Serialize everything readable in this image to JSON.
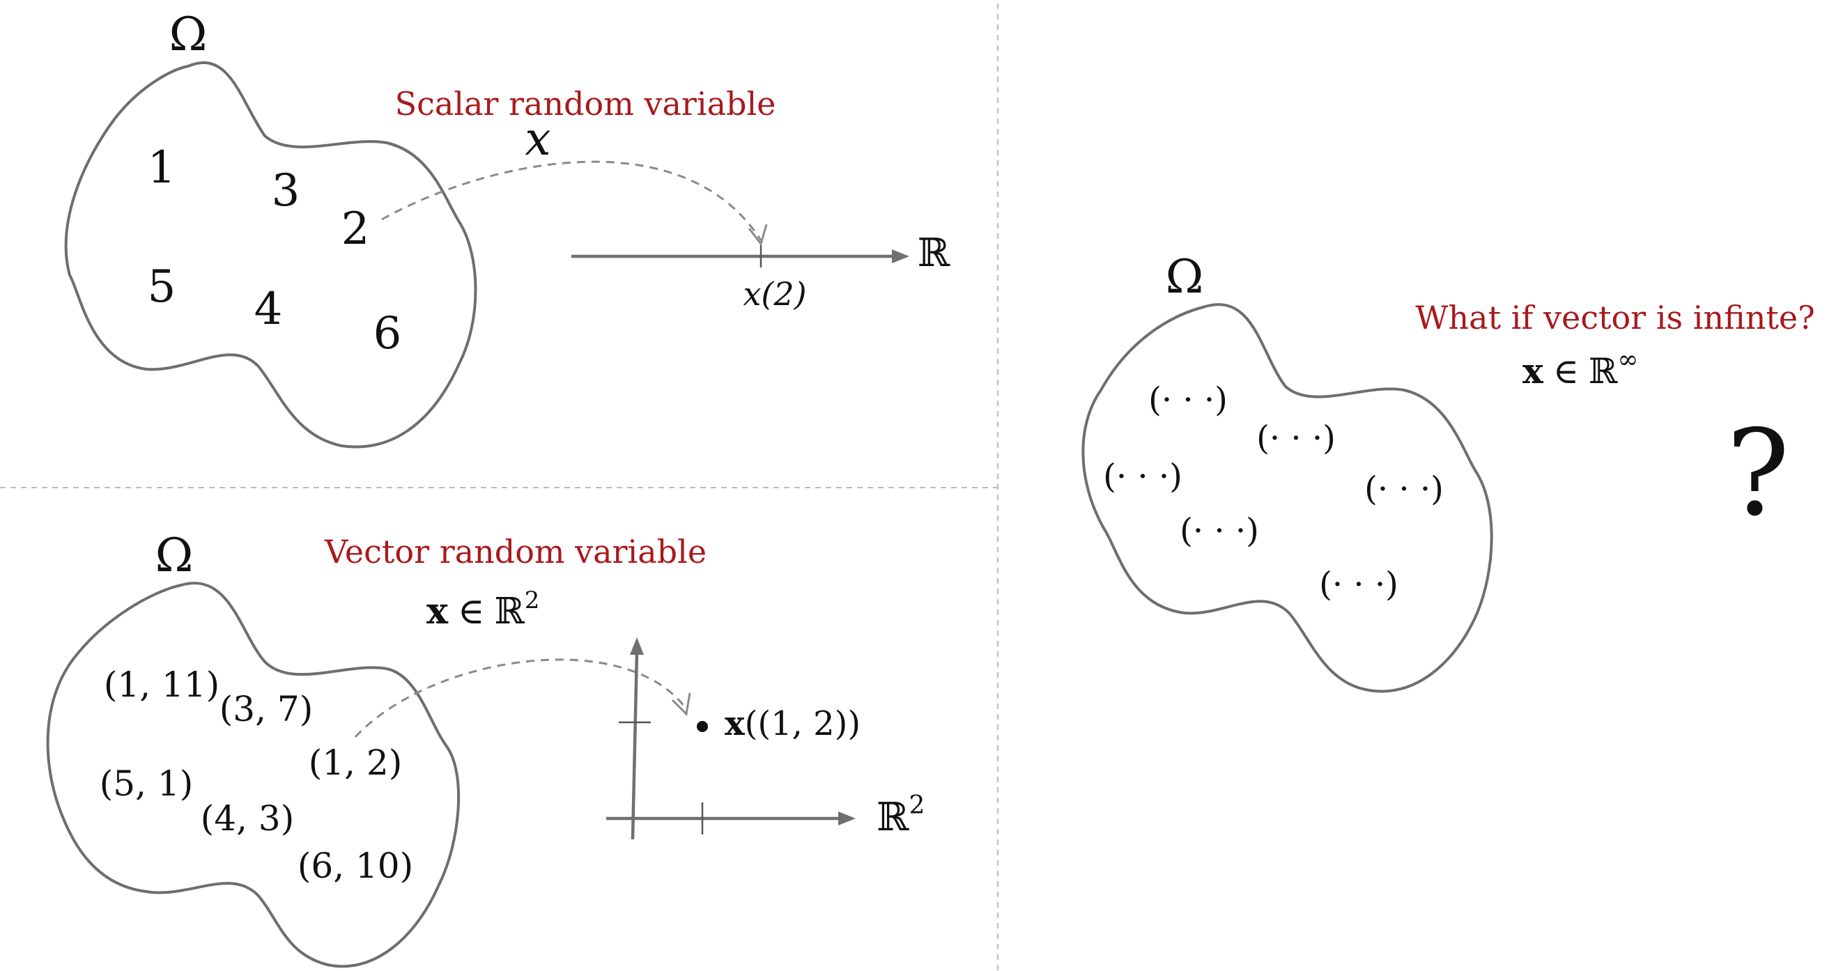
{
  "omega": "Ω",
  "panel_scalar": {
    "title": "Scalar random variable",
    "var": "x",
    "outcomes": [
      "1",
      "3",
      "2",
      "5",
      "4",
      "6"
    ],
    "space": "ℝ",
    "tick_label": "x(2)"
  },
  "panel_vector": {
    "title": "Vector random variable",
    "membership_x": "x",
    "membership_in": "∈",
    "membership_space": "ℝ",
    "membership_exp": "2",
    "outcomes": [
      "(1, 11)",
      "(3, 7)",
      "(1, 2)",
      "(5, 1)",
      "(4, 3)",
      "(6, 10)"
    ],
    "space": "ℝ",
    "space_exp": "2",
    "point_label_bold": "x",
    "point_label_rest": "((1, 2))"
  },
  "panel_infinite": {
    "title": "What if vector is infinte?",
    "membership_x": "x",
    "membership_in": "∈",
    "membership_space": "ℝ",
    "membership_exp": "∞",
    "outcomes": [
      "(· · ·)",
      "(· · ·)",
      "(· · ·)",
      "(· · ·)",
      "(· · ·)",
      "(· · ·)"
    ],
    "question": "?"
  },
  "colors": {
    "title_red": "#a8191c",
    "outline_gray": "#6e6e6e"
  }
}
